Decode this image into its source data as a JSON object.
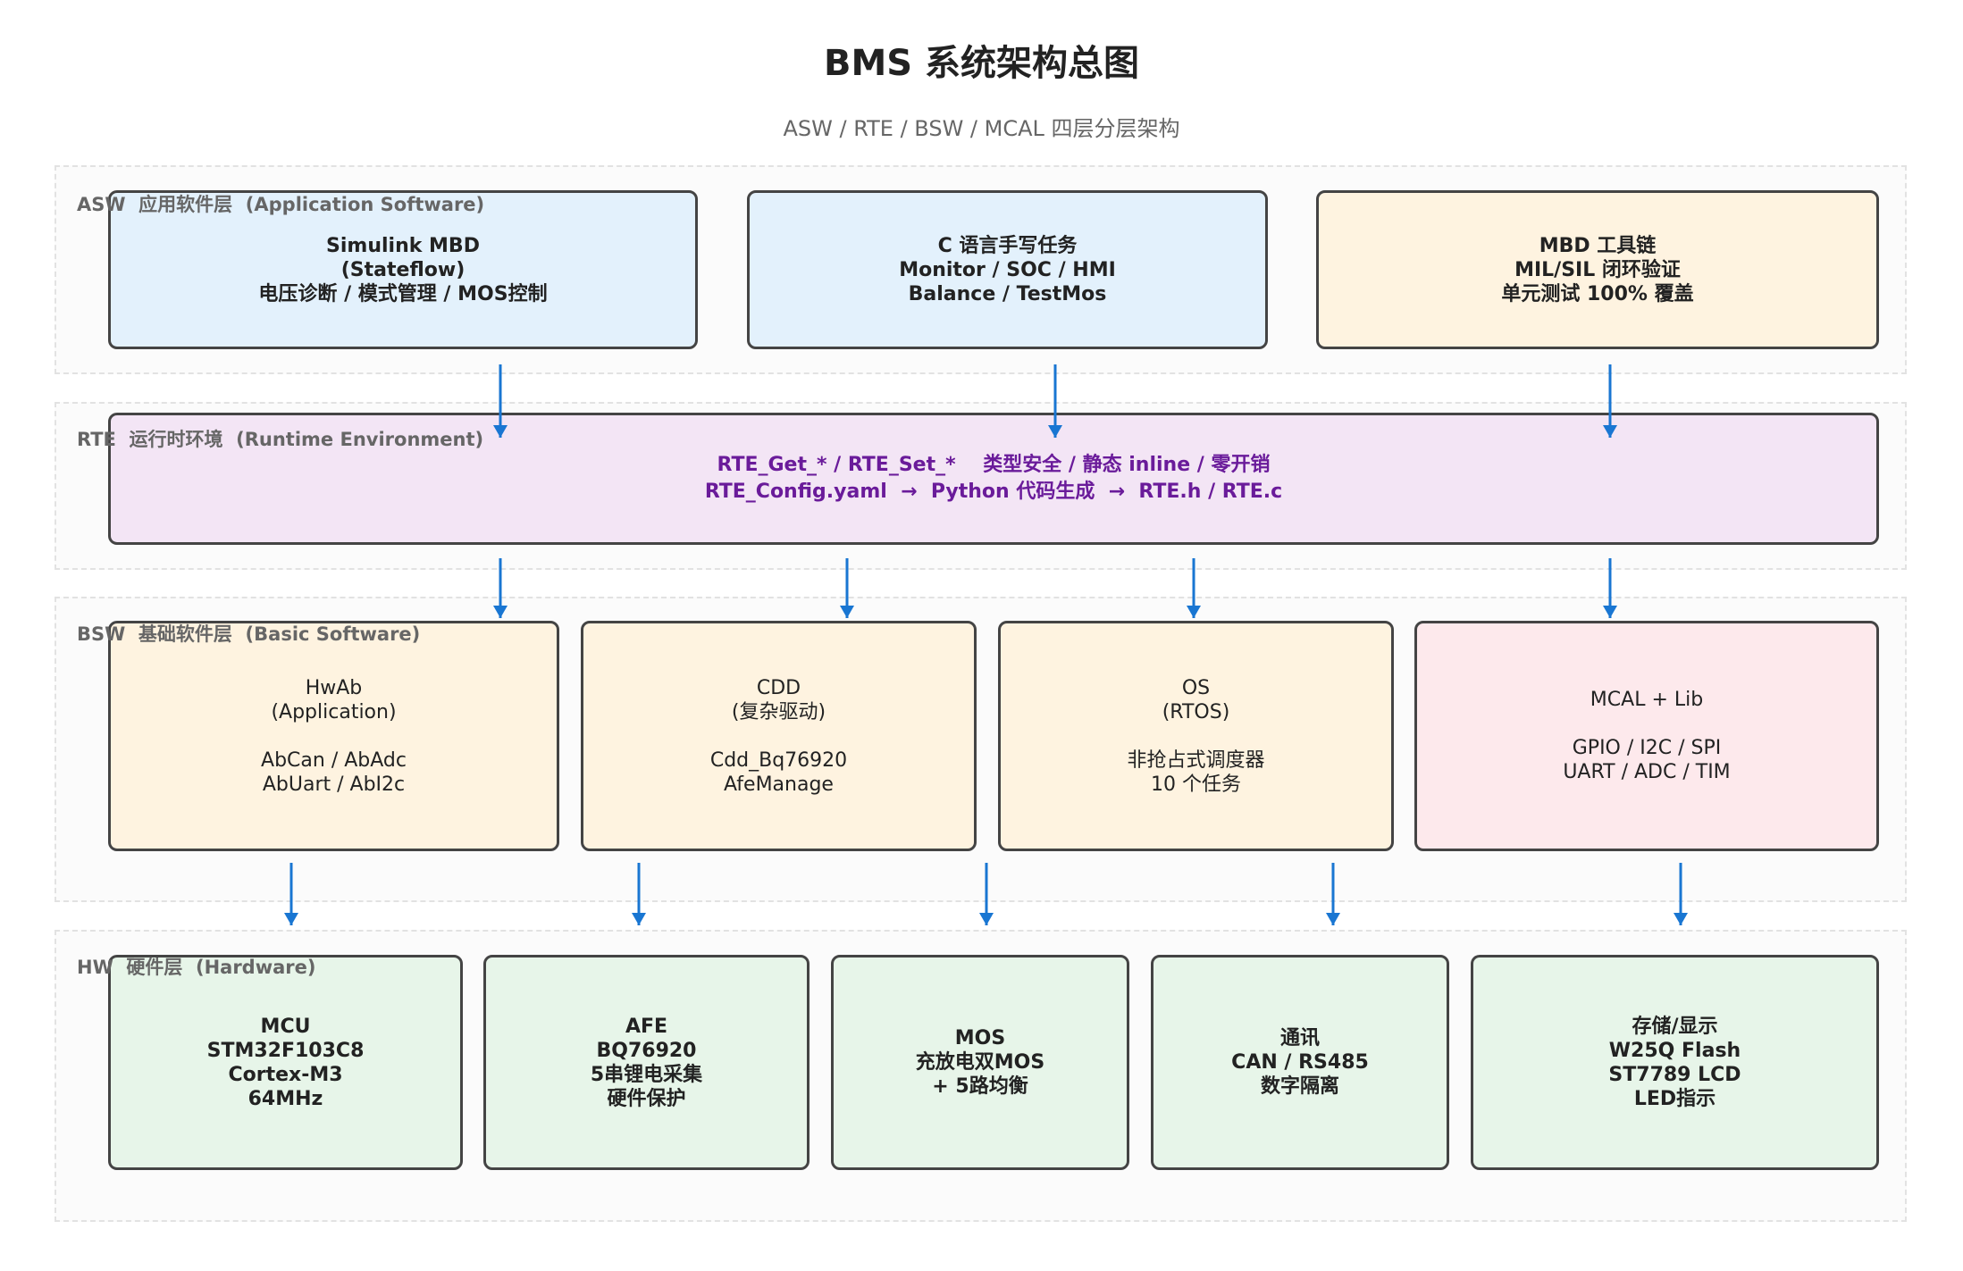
{
  "title": "BMS 系统架构总图",
  "subtitle": "ASW / RTE / BSW / MCAL  四层分层架构",
  "colors": {
    "arrow": "#1976d2",
    "blue_box": "#e3f1fc",
    "cream_box": "#fef3e0",
    "purple_box": "#f3e5f5",
    "purple_text": "#6a1b9a",
    "pink_box": "#fde9ec",
    "green_box": "#e7f5e9"
  },
  "layers": {
    "asw": {
      "label": "ASW  应用软件层  (Application Software)",
      "boxes": [
        {
          "lines": [
            "Simulink MBD",
            "(Stateflow)",
            "电压诊断 / 模式管理 / MOS控制"
          ]
        },
        {
          "lines": [
            "C 语言手写任务",
            "Monitor / SOC / HMI",
            "Balance / TestMos"
          ]
        },
        {
          "lines": [
            "MBD 工具链",
            "MIL/SIL 闭环验证",
            "单元测试 100% 覆盖"
          ]
        }
      ]
    },
    "rte": {
      "label": "RTE  运行时环境  (Runtime Environment)",
      "box": {
        "lines": [
          "RTE_Get_* / RTE_Set_*    类型安全 / 静态 inline / 零开销",
          "RTE_Config.yaml  →  Python 代码生成  →  RTE.h / RTE.c"
        ]
      }
    },
    "bsw": {
      "label": "BSW  基础软件层  (Basic Software)",
      "boxes": [
        {
          "lines": [
            "HwAb",
            "(Application)",
            "",
            "AbCan / AbAdc",
            "AbUart / AbI2c"
          ]
        },
        {
          "lines": [
            "CDD",
            "(复杂驱动)",
            "",
            "Cdd_Bq76920",
            "AfeManage"
          ]
        },
        {
          "lines": [
            "OS",
            "(RTOS)",
            "",
            "非抢占式调度器",
            "10 个任务"
          ]
        },
        {
          "lines": [
            "MCAL + Lib",
            "",
            "GPIO / I2C / SPI",
            "UART / ADC / TIM"
          ]
        }
      ]
    },
    "hw": {
      "label": "HW  硬件层  (Hardware)",
      "boxes": [
        {
          "lines": [
            "MCU",
            "STM32F103C8",
            "Cortex-M3",
            "64MHz"
          ]
        },
        {
          "lines": [
            "AFE",
            "BQ76920",
            "5串锂电采集",
            "硬件保护"
          ]
        },
        {
          "lines": [
            "MOS",
            "充放电双MOS",
            "+ 5路均衡"
          ]
        },
        {
          "lines": [
            "通讯",
            "CAN / RS485",
            "数字隔离"
          ]
        },
        {
          "lines": [
            "存储/显示",
            "W25Q Flash",
            "ST7789 LCD",
            "LED指示"
          ]
        }
      ]
    }
  }
}
